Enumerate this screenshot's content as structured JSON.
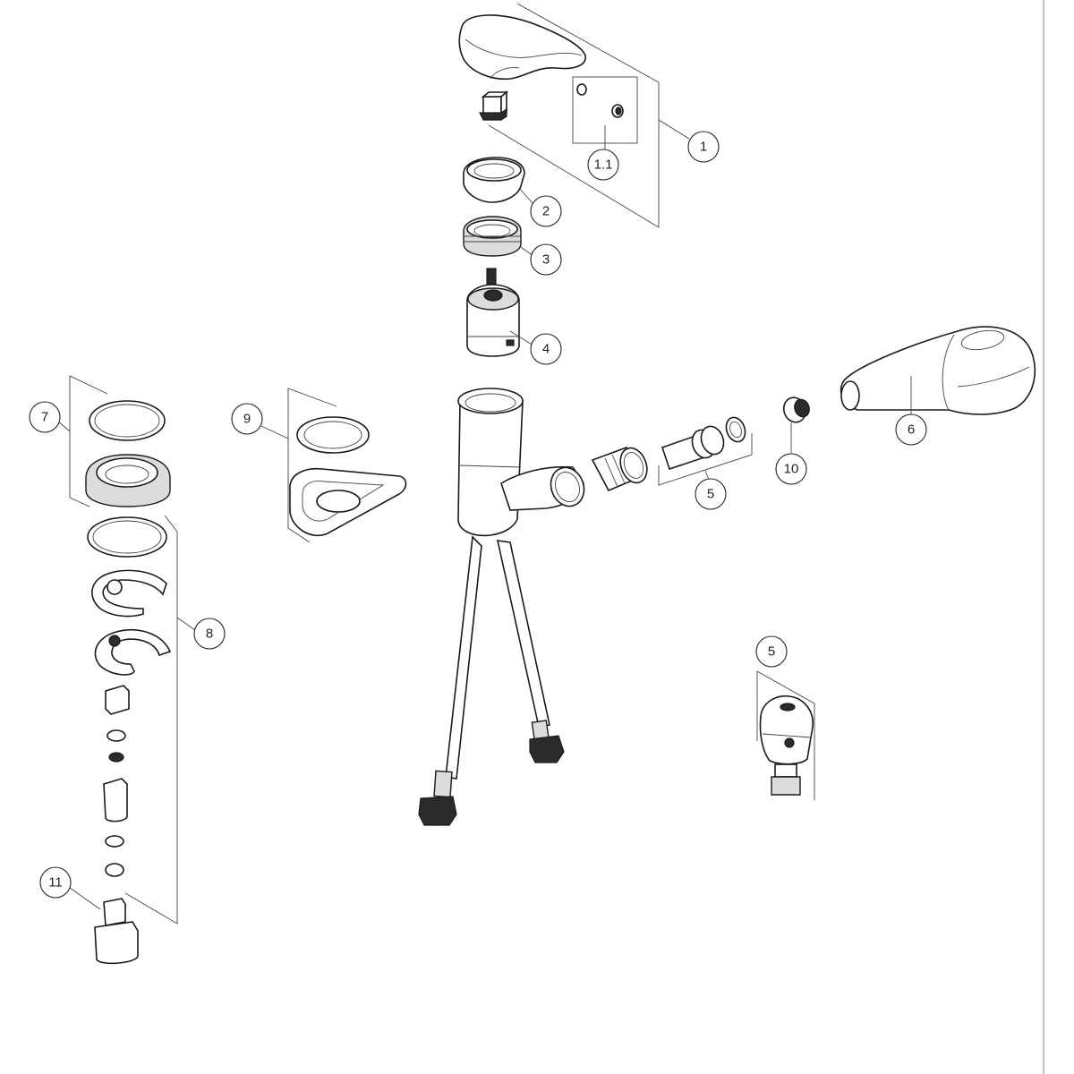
{
  "diagram": {
    "type": "exploded-parts-view",
    "callouts": [
      {
        "id": "c1",
        "label": "1"
      },
      {
        "id": "c1_1",
        "label": "1.1"
      },
      {
        "id": "c2",
        "label": "2"
      },
      {
        "id": "c3",
        "label": "3"
      },
      {
        "id": "c4",
        "label": "4"
      },
      {
        "id": "c5a",
        "label": "5"
      },
      {
        "id": "c5b",
        "label": "5"
      },
      {
        "id": "c6",
        "label": "6"
      },
      {
        "id": "c7",
        "label": "7"
      },
      {
        "id": "c8",
        "label": "8"
      },
      {
        "id": "c9",
        "label": "9"
      },
      {
        "id": "c10",
        "label": "10"
      },
      {
        "id": "c11",
        "label": "11"
      }
    ],
    "colors": {
      "line": "#222222",
      "fill": "#ffffff",
      "dark": "#2b2b2b"
    }
  }
}
